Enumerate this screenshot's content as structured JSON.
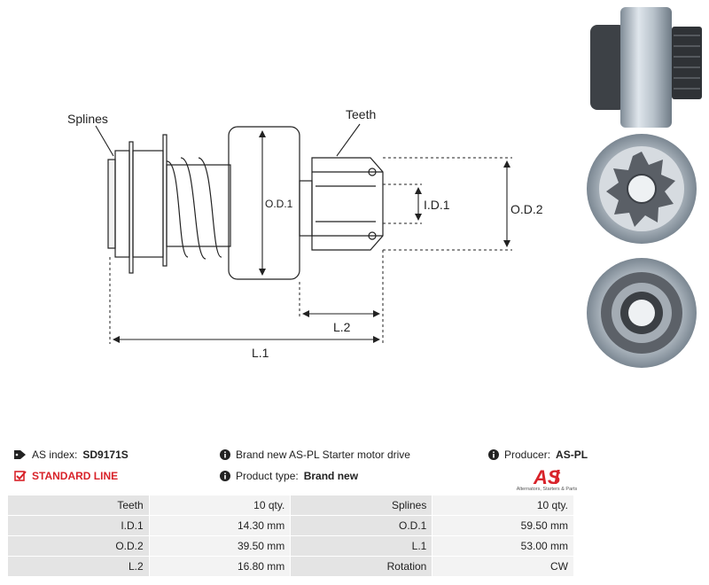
{
  "drawing": {
    "labels": {
      "splines": "Splines",
      "teeth": "Teeth",
      "od1": "O.D.1",
      "id1": "I.D.1",
      "od2": "O.D.2",
      "l2": "L.2",
      "l1": "L.1"
    }
  },
  "info": {
    "as_index_label": "AS index:",
    "as_index_value": "SD9171S",
    "line_label": "STANDARD LINE",
    "description": "Brand new AS-PL Starter motor drive",
    "product_type_label": "Product type:",
    "product_type_value": "Brand new",
    "producer_label": "Producer:",
    "producer_value": "AS-PL",
    "logo_text": "AS",
    "logo_tagline": "Alternators, Starters & Parts"
  },
  "specs": [
    {
      "l1": "Teeth",
      "v1": "10 qty.",
      "l2": "Splines",
      "v2": "10 qty."
    },
    {
      "l1": "I.D.1",
      "v1": "14.30 mm",
      "l2": "O.D.1",
      "v2": "59.50 mm"
    },
    {
      "l1": "O.D.2",
      "v1": "39.50 mm",
      "l2": "L.1",
      "v2": "53.00 mm"
    },
    {
      "l1": "L.2",
      "v1": "16.80 mm",
      "l2": "Rotation",
      "v2": "CW"
    }
  ],
  "colors": {
    "accent_red": "#d8232a",
    "label_bg": "#e4e4e4",
    "value_bg": "#f3f3f3"
  }
}
